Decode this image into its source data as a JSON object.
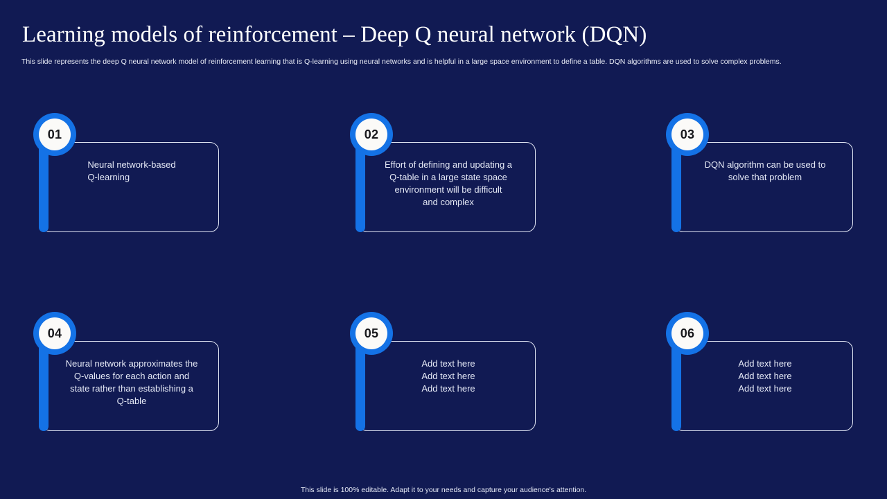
{
  "slide": {
    "background_color": "#111a53",
    "accent_color": "#1472e6",
    "border_color": "#dfe4f2",
    "text_color": "#e4e8f5",
    "title": "Learning models of reinforcement – Deep Q neural network (DQN)",
    "subtitle": "This slide represents the deep Q neural network model of reinforcement learning that is Q-learning using neural networks and is helpful in a large space environment to define a table. DQN  algorithms are used to solve complex problems.",
    "footer": "This slide is 100% editable. Adapt it to your needs and capture your audience's attention."
  },
  "cards": [
    {
      "number": "01",
      "text": "Neural network-based Q-learning",
      "lines": [
        "Neural network-based",
        "Q-learning"
      ]
    },
    {
      "number": "02",
      "text": "Effort of defining and updating a Q-table in a large state space environment will be difficult and complex",
      "lines": [
        "Effort of defining and updating a",
        "Q-table in a large state space",
        "environment will be difficult",
        "and complex"
      ]
    },
    {
      "number": "03",
      "text": "DQN algorithm can be used to solve that problem",
      "lines": [
        "DQN algorithm can be used to",
        "solve that problem"
      ]
    },
    {
      "number": "04",
      "text": "Neural network approximates the Q-values for each action and state rather than establishing a Q-table",
      "lines": [
        "Neural network approximates the",
        "Q-values for each action and",
        "state rather than establishing a",
        "Q-table"
      ]
    },
    {
      "number": "05",
      "text": "Add text here Add text here Add text here",
      "lines": [
        "Add text here",
        "Add text here",
        "Add text here"
      ],
      "left_aligned": true
    },
    {
      "number": "06",
      "text": "Add text here Add text here Add text here",
      "lines": [
        "Add text here",
        "Add text here",
        "Add text here"
      ],
      "left_aligned": true
    }
  ]
}
